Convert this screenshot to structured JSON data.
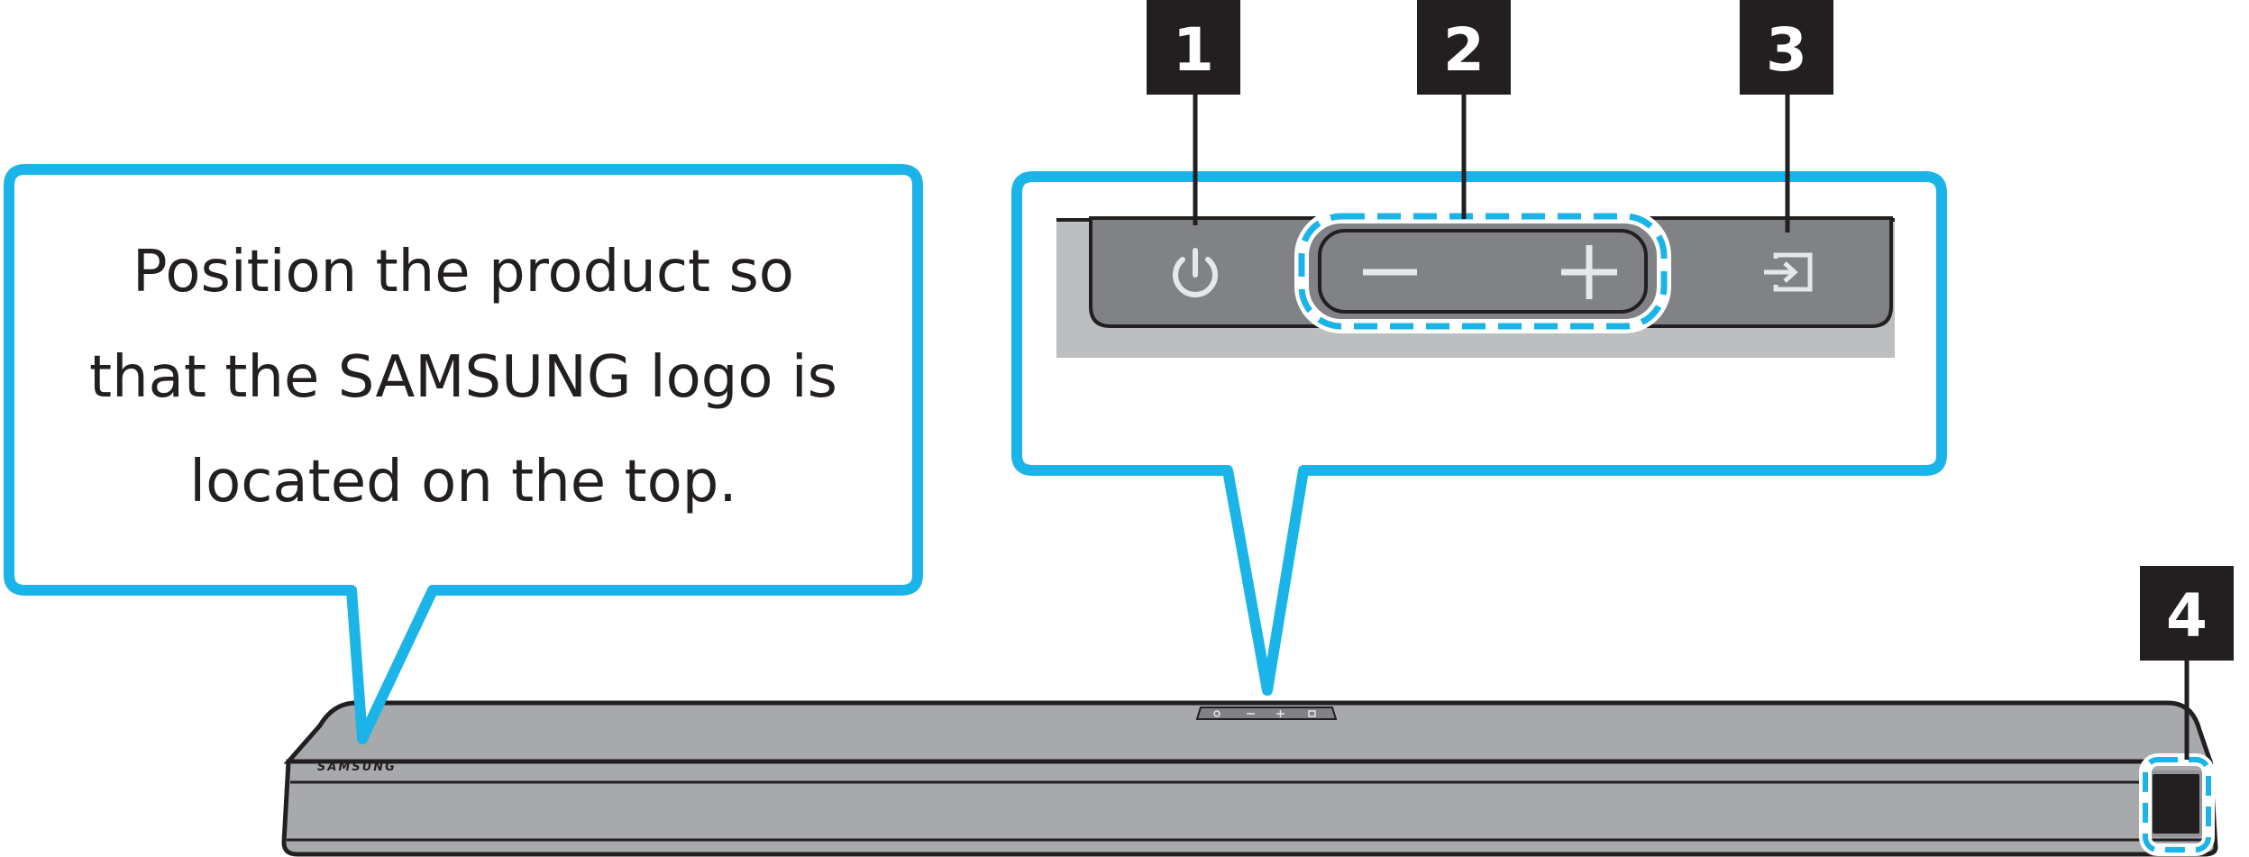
{
  "callout": {
    "lines": [
      "Position the product so",
      "that the SAMSUNG logo is",
      "located on the top."
    ]
  },
  "brand_logo": "SAMSUNG",
  "markers": [
    {
      "id": "1",
      "label": "1",
      "target": "power-icon"
    },
    {
      "id": "2",
      "label": "2",
      "target": "volume-buttons"
    },
    {
      "id": "3",
      "label": "3",
      "target": "source-icon"
    },
    {
      "id": "4",
      "label": "4",
      "target": "display-window"
    }
  ],
  "icons": [
    "power-icon",
    "volume-down-icon",
    "volume-up-icon",
    "source-icon"
  ],
  "colors": {
    "callout_outline": "#1ab4e8",
    "bar_body": "#a7a9ac",
    "bar_dark": "#808285",
    "marker_bg": "#231f20",
    "text": "#231f20"
  }
}
